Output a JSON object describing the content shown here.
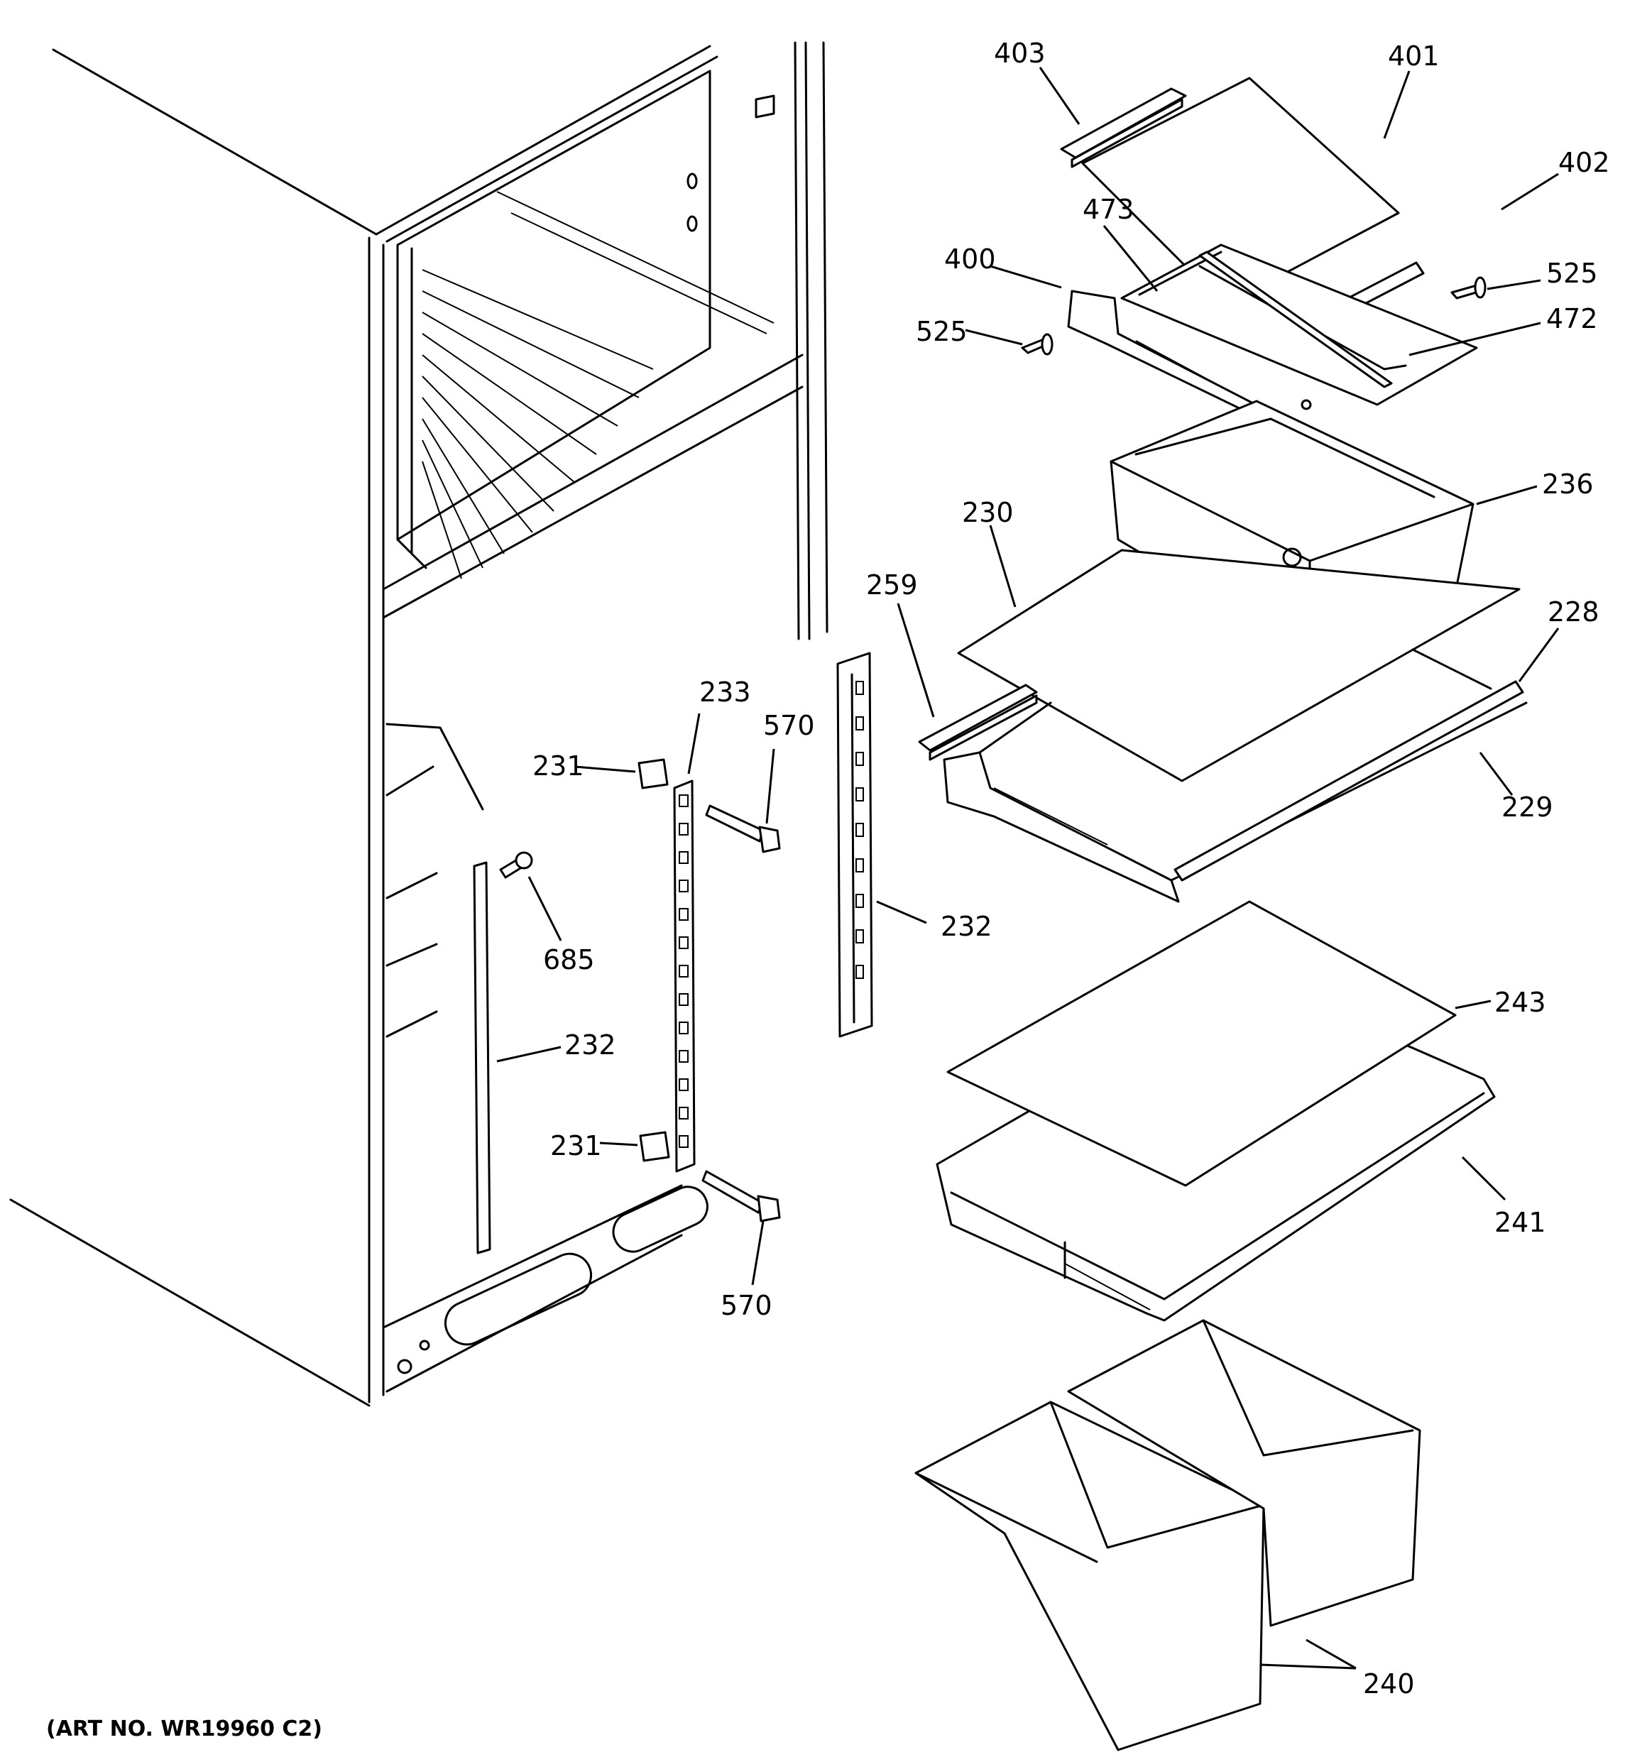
{
  "diagram": {
    "art_number": "(ART NO. WR19960 C2)",
    "callouts": {
      "c403": "403",
      "c401": "401",
      "c402": "402",
      "c473": "473",
      "c400": "400",
      "c525a": "525",
      "c525b": "525",
      "c472": "472",
      "c236": "236",
      "c230": "230",
      "c259": "259",
      "c228": "228",
      "c229": "229",
      "c233": "233",
      "c570a": "570",
      "c231a": "231",
      "c685": "685",
      "c232a": "232",
      "c232b": "232",
      "c231b": "231",
      "c570b": "570",
      "c243": "243",
      "c241": "241",
      "c240": "240"
    }
  }
}
